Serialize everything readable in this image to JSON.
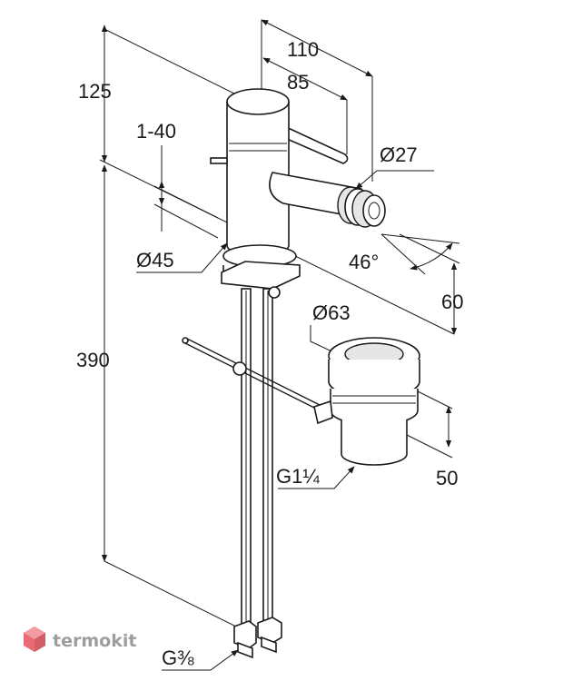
{
  "dimensions": {
    "d110": "110",
    "d85": "85",
    "d125": "125",
    "d1_40": "1-40",
    "d_o27": "Ø27",
    "d_o45": "Ø45",
    "d46": "46°",
    "d60": "60",
    "d_o63": "Ø63",
    "d390": "390",
    "d_g114": "G1¼",
    "d50": "50",
    "d_g38": "G⅜"
  },
  "watermark": {
    "brand": "termokit"
  },
  "colors": {
    "line": "#1a1a1a",
    "body_fill": "#ffffff",
    "shade": "#e6e6e6",
    "watermark_red": "#e8505b",
    "watermark_grey": "#8c8c8c"
  }
}
